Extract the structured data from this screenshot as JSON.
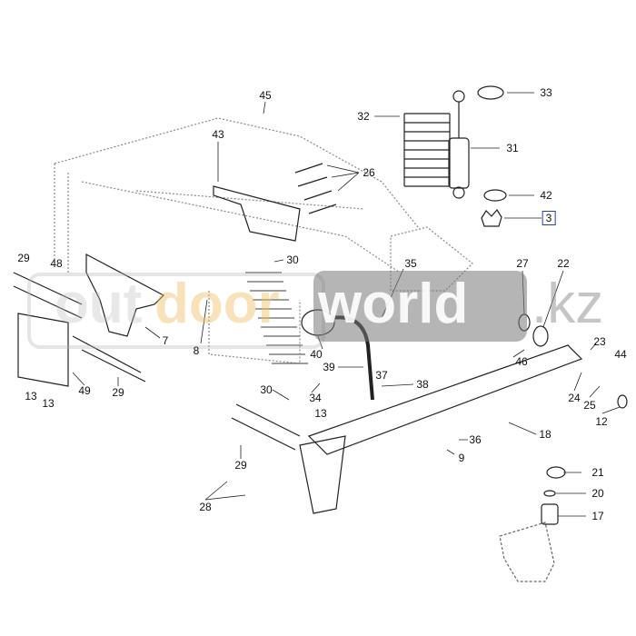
{
  "diagram": {
    "callouts": [
      "45",
      "43",
      "26",
      "32",
      "33",
      "31",
      "42",
      "3",
      "29",
      "48",
      "30",
      "8",
      "7",
      "27",
      "22",
      "35",
      "23",
      "44",
      "40",
      "46",
      "13",
      "13",
      "49",
      "29",
      "39",
      "37",
      "24",
      "25",
      "12",
      "30",
      "34",
      "38",
      "18",
      "13",
      "36",
      "9",
      "29",
      "21",
      "20",
      "28",
      "17"
    ],
    "highlighted_callout": "3"
  },
  "watermark": {
    "part1": "out",
    "part2": "door",
    "part3": "world",
    "part4": ".kz"
  },
  "colors": {
    "line": "#222222",
    "highlight_box": "#2a3aa0",
    "watermark_box": "#787878",
    "watermark_accent": "#f0be64"
  }
}
